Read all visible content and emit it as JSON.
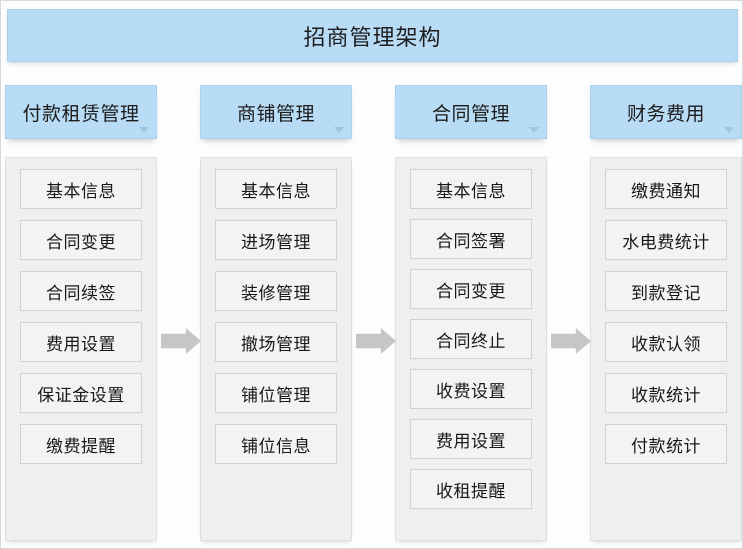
{
  "diagram": {
    "title": "招商管理架构",
    "accent_color": "#b8dcf5",
    "panel_color": "#efefef",
    "item_color": "#f3f3f3",
    "arrow_color": "#c6c6c6",
    "columns": [
      {
        "header": "付款租赁管理",
        "caret": "chevron-down-icon",
        "items": [
          "基本信息",
          "合同变更",
          "合同续签",
          "费用设置",
          "保证金设置",
          "缴费提醒"
        ]
      },
      {
        "header": "商铺管理",
        "caret": "chevron-down-icon",
        "items": [
          "基本信息",
          "进场管理",
          "装修管理",
          "撤场管理",
          "铺位管理",
          "铺位信息"
        ]
      },
      {
        "header": "合同管理",
        "caret": "chevron-down-icon",
        "items": [
          "基本信息",
          "合同签署",
          "合同变更",
          "合同终止",
          "收费设置",
          "费用设置",
          "收租提醒"
        ]
      },
      {
        "header": "财务费用",
        "caret": "chevron-down-icon",
        "items": [
          "缴费通知",
          "水电费统计",
          "到款登记",
          "收款认领",
          "收款统计",
          "付款统计"
        ]
      }
    ],
    "arrows": [
      "flow-arrow-right",
      "flow-arrow-right",
      "flow-arrow-right"
    ]
  }
}
